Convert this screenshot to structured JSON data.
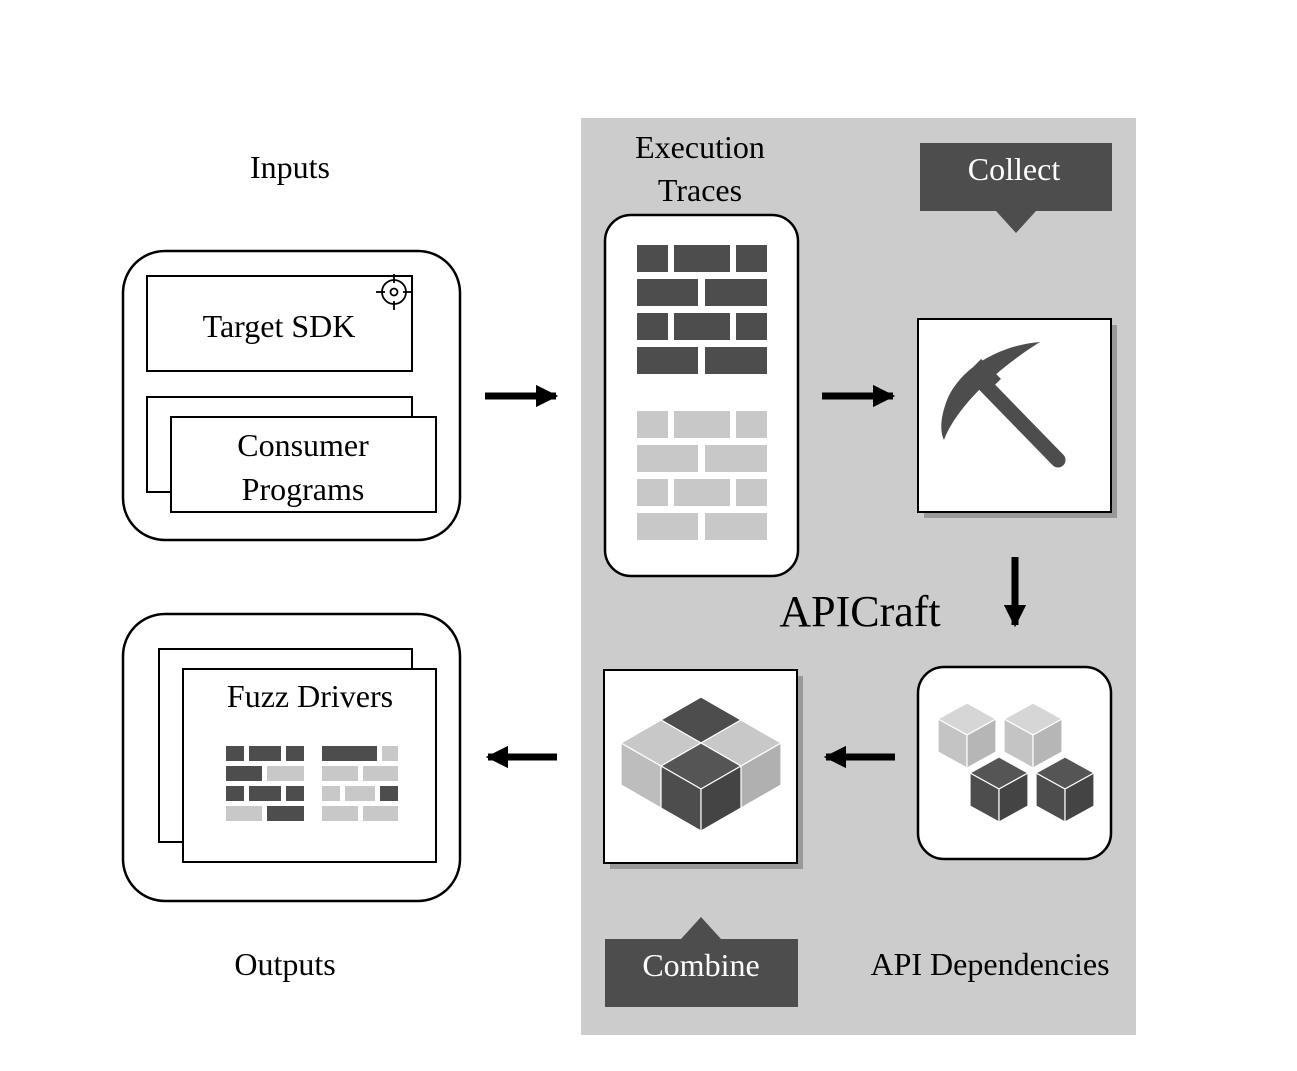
{
  "labels": {
    "inputs": "Inputs",
    "outputs": "Outputs",
    "target_sdk": "Target SDK",
    "consumer_line1": "Consumer",
    "consumer_line2": "Programs",
    "fuzz_drivers": "Fuzz Drivers",
    "execution_line1": "Execution",
    "execution_line2": "Traces",
    "collect": "Collect",
    "combine": "Combine",
    "apicraft": "APICraft",
    "api_dependencies": "API Dependencies"
  },
  "icons": {
    "target": "target-icon",
    "pickaxe": "pickaxe-icon",
    "cubes": "cubes-icon",
    "combined_cube": "combined-cube-icon",
    "brick_wall": "brick-wall-icon"
  },
  "colors": {
    "panel_bg": "#cccccc",
    "dark": "#4d4d4d",
    "light": "#c8c8c8",
    "stroke": "#000000"
  }
}
